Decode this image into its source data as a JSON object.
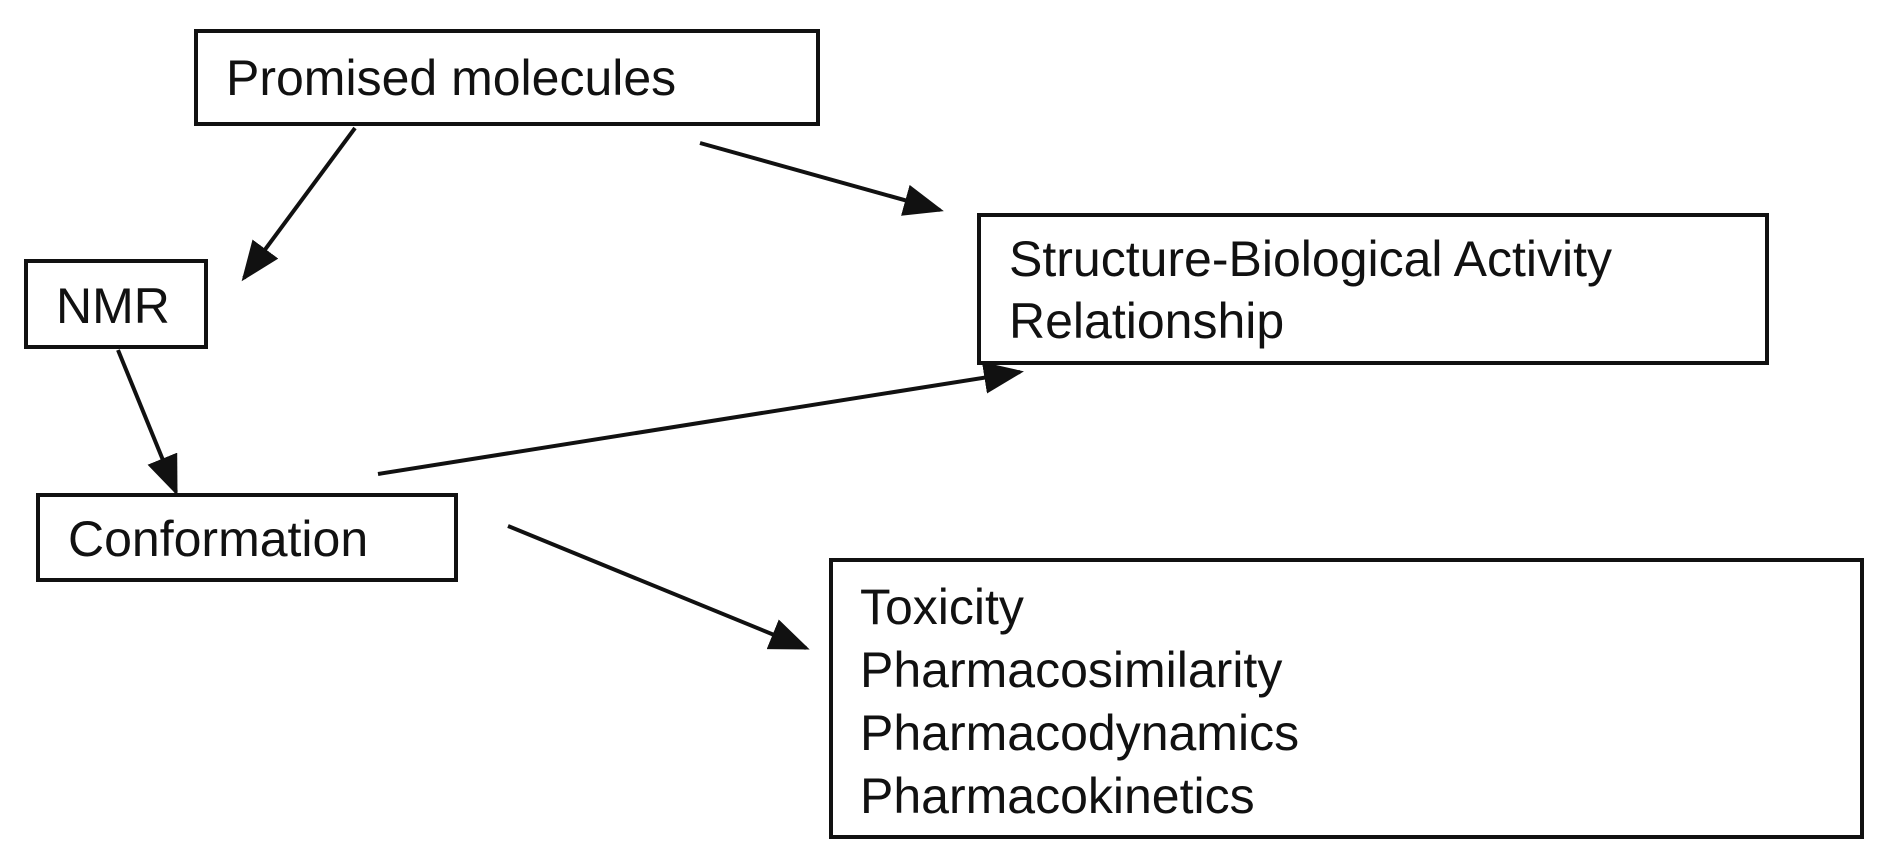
{
  "diagram": {
    "nodes": {
      "promised": {
        "label": "Promised molecules"
      },
      "nmr": {
        "label": "NMR"
      },
      "conformation": {
        "label": "Conformation"
      },
      "sar": {
        "lines": [
          "Structure-Biological Activity",
          "Relationship"
        ]
      },
      "props": {
        "lines": [
          "Toxicity",
          "Pharmacosimilarity",
          "Pharmacodynamics",
          "Pharmacokinetics"
        ]
      }
    },
    "edges": [
      {
        "from": "Promised molecules",
        "to": "NMR"
      },
      {
        "from": "Promised molecules",
        "to": "Structure-Biological Activity Relationship"
      },
      {
        "from": "NMR",
        "to": "Conformation"
      },
      {
        "from": "Conformation",
        "to": "Structure-Biological Activity Relationship"
      },
      {
        "from": "Conformation",
        "to": "Toxicity / Pharmacosimilarity / Pharmacodynamics / Pharmacokinetics"
      }
    ],
    "colors": {
      "stroke": "#111111",
      "background": "#ffffff"
    }
  }
}
